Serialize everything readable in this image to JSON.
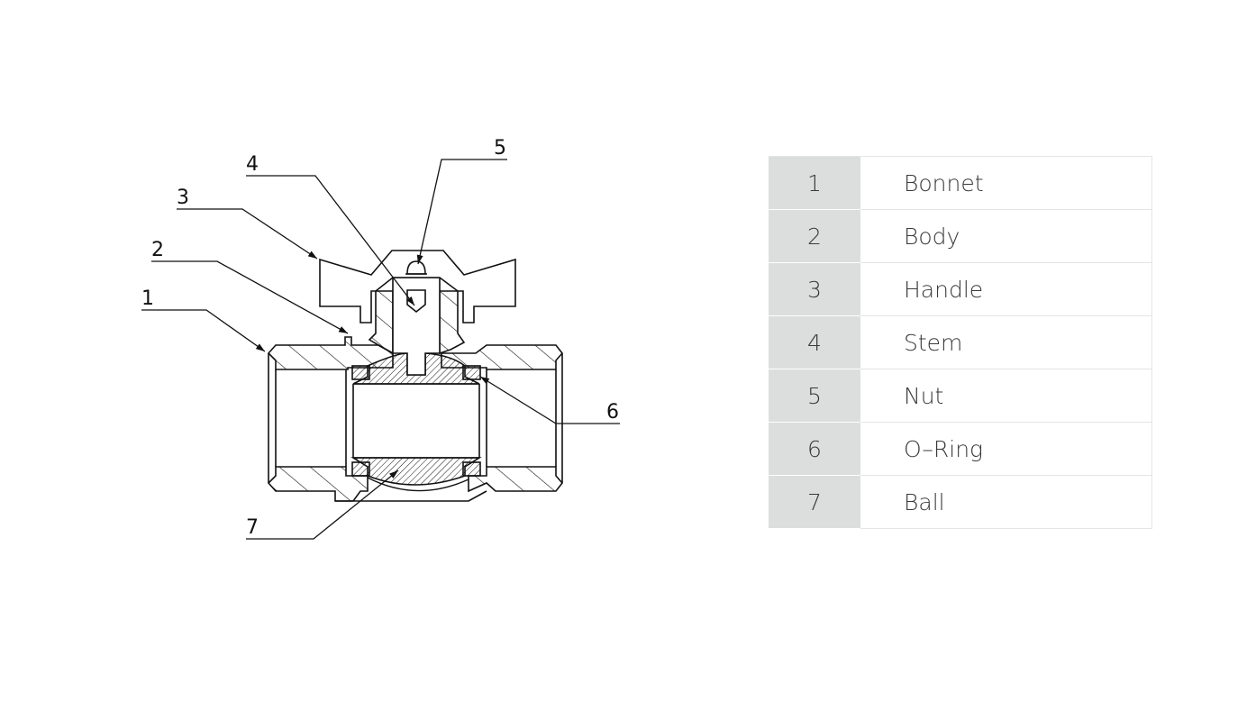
{
  "callouts": [
    {
      "number": "1",
      "part": "Bonnet"
    },
    {
      "number": "2",
      "part": "Body"
    },
    {
      "number": "3",
      "part": "Handle"
    },
    {
      "number": "4",
      "part": "Stem"
    },
    {
      "number": "5",
      "part": "Nut"
    },
    {
      "number": "6",
      "part": "O-Ring"
    },
    {
      "number": "7",
      "part": "Ball"
    }
  ],
  "parts_table": [
    {
      "number": "1",
      "name": "Bonnet"
    },
    {
      "number": "2",
      "name": "Body"
    },
    {
      "number": "3",
      "name": "Handle"
    },
    {
      "number": "4",
      "name": "Stem"
    },
    {
      "number": "5",
      "name": "Nut"
    },
    {
      "number": "6",
      "name": "O–Ring"
    },
    {
      "number": "7",
      "name": "Ball"
    }
  ],
  "colors": {
    "line": "#111111",
    "table_number_bg": "#dcdddd",
    "table_text": "#3a3a3a"
  }
}
